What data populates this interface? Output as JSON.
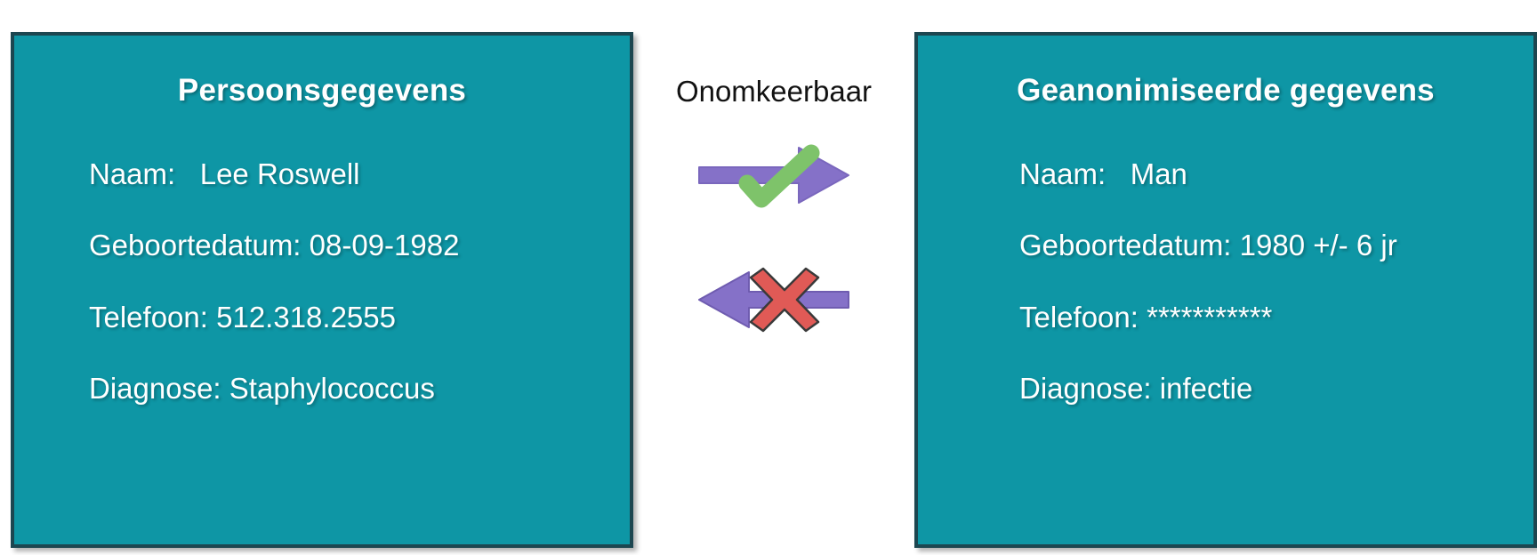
{
  "colors": {
    "panel_fill": "#0e96a5",
    "panel_border": "#1c4650",
    "arrow_purple": "#8571c8",
    "check_green": "#7ec36a",
    "cross_red": "#e05a56",
    "background": "#ffffff",
    "text_light": "#ffffff",
    "text_dark": "#121212"
  },
  "left_panel": {
    "title": "Persoonsgegevens",
    "fields": [
      {
        "label": "Naam:",
        "value": "Lee Roswell"
      },
      {
        "label": "Geboortedatum:",
        "value": "08-09-1982"
      },
      {
        "label": "Telefoon:",
        "value": "512.318.2555"
      },
      {
        "label": "Diagnose:",
        "value": "Staphylococcus"
      }
    ]
  },
  "right_panel": {
    "title": "Geanonimiseerde gegevens",
    "fields": [
      {
        "label": "Naam:",
        "value": "Man"
      },
      {
        "label": "Geboortedatum:",
        "value": "1980 +/- 6 jr"
      },
      {
        "label": "Telefoon:",
        "value": "***********"
      },
      {
        "label": "Diagnose:",
        "value": "infectie"
      }
    ]
  },
  "center": {
    "label": "Onomkeerbaar",
    "forward_arrow": {
      "icon": "right-arrow-with-check-icon",
      "direction": "right",
      "marker": "check"
    },
    "backward_arrow": {
      "icon": "left-arrow-with-cross-icon",
      "direction": "left",
      "marker": "cross"
    }
  }
}
